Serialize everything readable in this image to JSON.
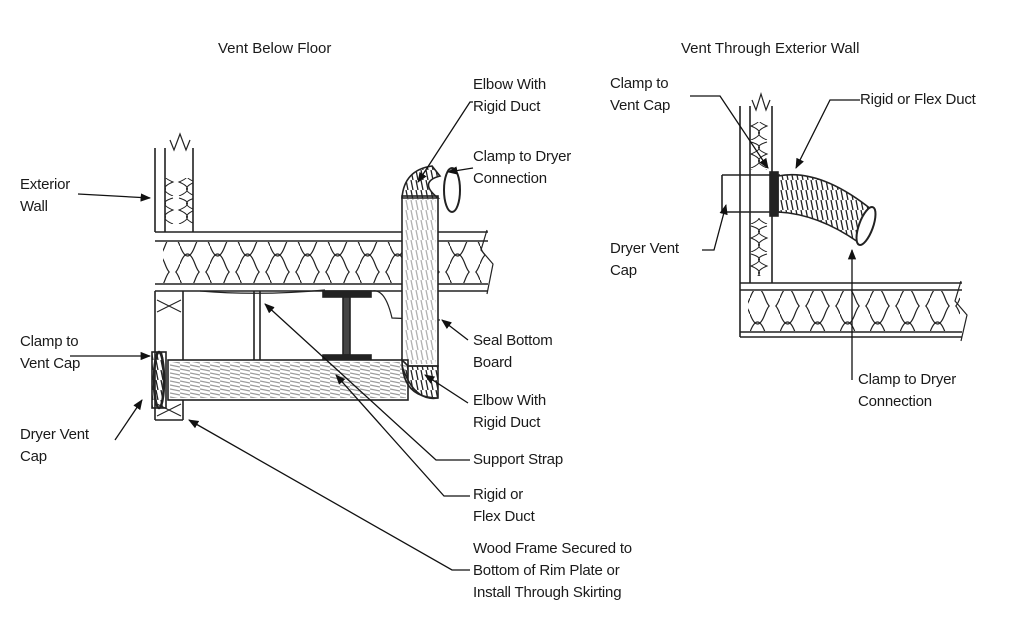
{
  "titles": {
    "below_floor": "Vent Below Floor",
    "exterior_wall": "Vent Through Exterior Wall"
  },
  "left_labels": {
    "exterior_wall": "Exterior\nWall",
    "elbow_top": "Elbow With\nRigid Duct",
    "clamp_dryer": "Clamp to Dryer\nConnection",
    "clamp_vent": "Clamp to\nVent Cap",
    "seal_board": "Seal Bottom\nBoard",
    "elbow_bottom": "Elbow With\nRigid Duct",
    "dryer_cap": "Dryer Vent\nCap",
    "support_strap": "Support Strap",
    "rigid_flex": "Rigid or\nFlex Duct",
    "wood_frame": "Wood Frame Secured to\nBottom of Rim Plate or\nInstall Through Skirting"
  },
  "right_labels": {
    "clamp_vent": "Clamp to\nVent Cap",
    "rigid_flex": "Rigid or Flex Duct",
    "dryer_cap": "Dryer Vent\nCap",
    "clamp_dryer": "Clamp to Dryer\nConnection"
  }
}
